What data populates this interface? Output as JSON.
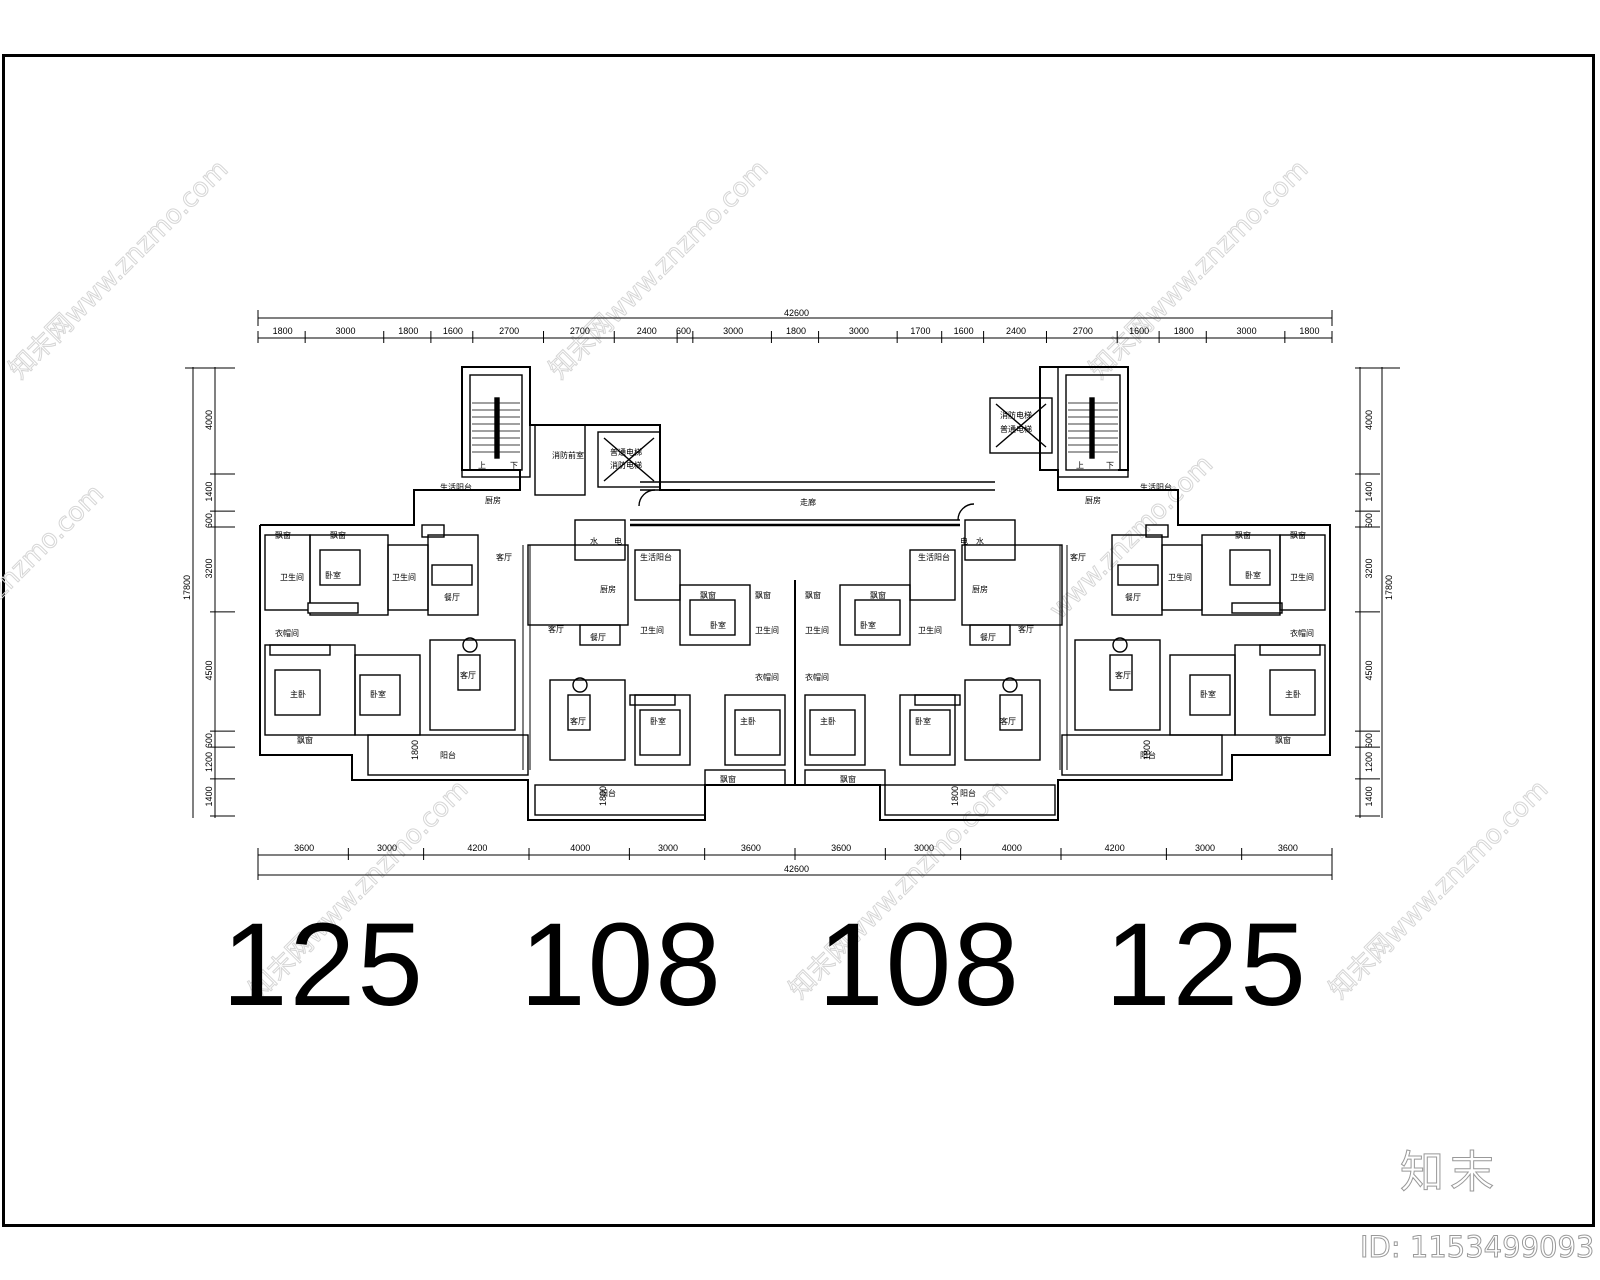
{
  "drawing": {
    "type": "residential floor plan (two-stair, four-unit, 2 cores)",
    "overall_width_top": "42600",
    "overall_width_bottom": "42600",
    "overall_depth_left": "17800",
    "overall_depth_right": "17800",
    "top_dimensions": [
      "1800",
      "3000",
      "1800",
      "1600",
      "2700",
      "2700",
      "2400",
      "600",
      "3000",
      "1800",
      "3000",
      "1700",
      "1600",
      "2400",
      "2700",
      "1600",
      "1800",
      "3000",
      "1800"
    ],
    "bottom_dimensions": [
      "3600",
      "3000",
      "4200",
      "4000",
      "3000",
      "3600",
      "3600",
      "3000",
      "4000",
      "4200",
      "3000",
      "3600"
    ],
    "left_dimensions": [
      "4000",
      "1400",
      "600",
      "3200",
      "4500",
      "600",
      "1200",
      "1400"
    ],
    "right_dimensions": [
      "4000",
      "1400",
      "600",
      "3200",
      "4500",
      "600",
      "1200",
      "1400"
    ],
    "balcony_depth": "1800",
    "labels": {
      "corridor": "走廊",
      "fire_lobby": "消防前室",
      "fire_elevator": "消防电梯",
      "elevator": "普通电梯",
      "stair_up": "上",
      "stair_down": "下",
      "living": "客厅",
      "dining": "餐厅",
      "kitchen": "厨房",
      "bedroom": "卧室",
      "master_bedroom": "主卧",
      "bathroom": "卫生间",
      "closet": "衣帽间",
      "balcony": "阳台",
      "utility_balcony": "生活阳台",
      "bay_window": "飘窗",
      "water_shaft": "水",
      "power_shaft": "电"
    }
  },
  "unit_areas": [
    "125",
    "108",
    "108",
    "125"
  ],
  "watermark": {
    "text": "知末网www.znzmo.com",
    "brand": "知末",
    "image_id": "ID: 1153499093"
  }
}
